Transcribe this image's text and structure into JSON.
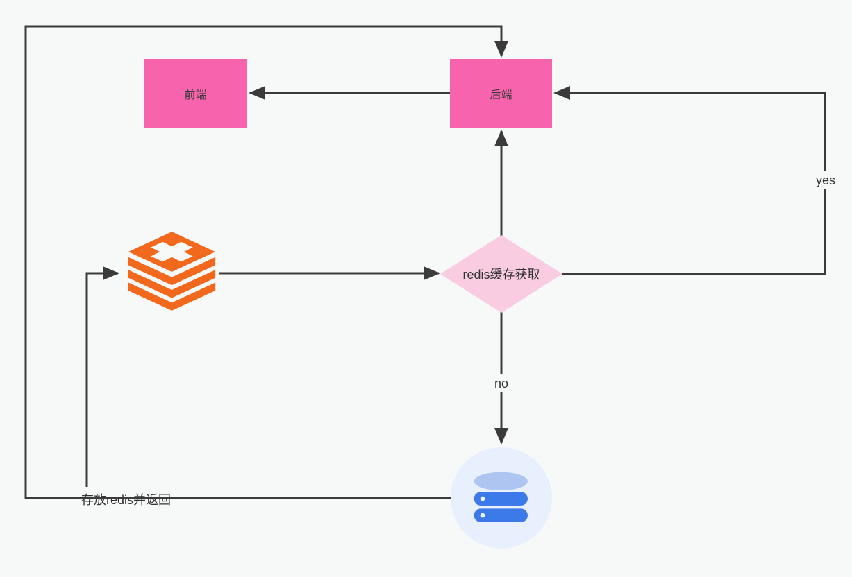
{
  "canvas": {
    "background": "#f7f8f8",
    "line_color": "#3b3b3b",
    "text_color": "#333333"
  },
  "nodes": {
    "frontend": {
      "label": "前端",
      "fill": "#f863ad"
    },
    "backend": {
      "label": "后端",
      "fill": "#f863ad"
    },
    "decision": {
      "label": "redis缓存获取",
      "fill": "#f9cce1"
    },
    "redis": {
      "icon": "redis-stack-icon",
      "color": "#f2691d"
    },
    "database": {
      "icon": "database-icon",
      "circle_fill": "#e9f0fd",
      "body_fill": "#3d7ae9",
      "top_fill": "#aec4f1"
    }
  },
  "edge_labels": {
    "yes": "yes",
    "no": "no",
    "store": "存放redis并返回"
  }
}
